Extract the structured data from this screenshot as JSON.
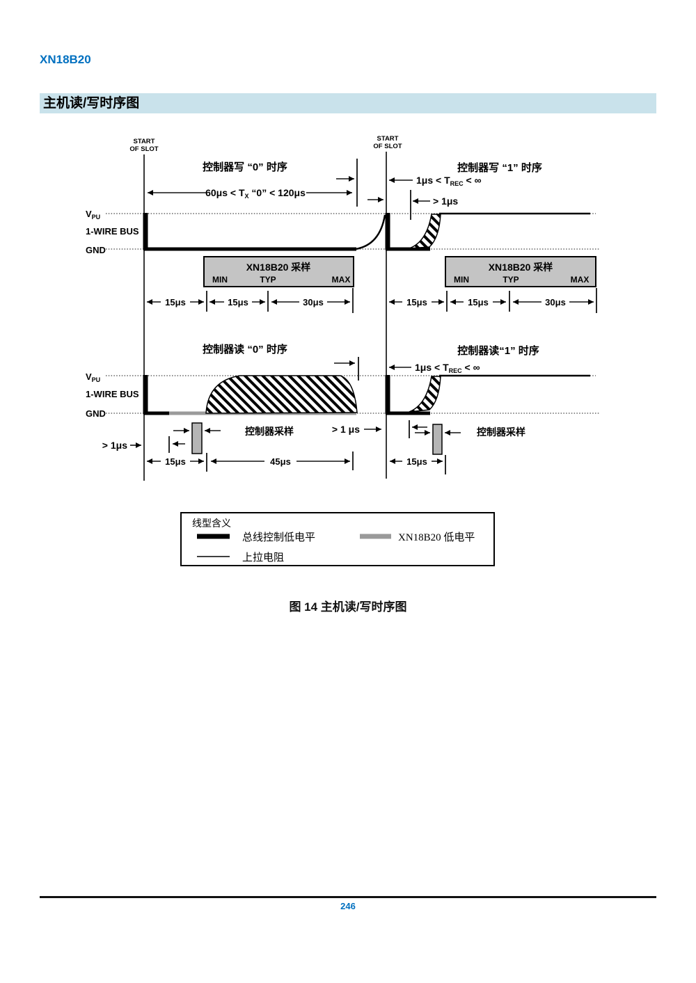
{
  "header": {
    "doc_title": "XN18B20",
    "section_title": "主机读/写时序图"
  },
  "caption": "图 14  主机读/写时序图",
  "footer": {
    "page_number": "246"
  },
  "colors": {
    "accent": "#0070C0",
    "section_bg": "#C9E2EB",
    "sample_box_bg": "#C4C4C4",
    "device_low_gray": "#9A9A9A"
  },
  "diagram": {
    "slot": {
      "l1": "START",
      "l2": "OF SLOT"
    },
    "titles": {
      "write0": "控制器写 “0” 时序",
      "write1": "控制器写 “1” 时序",
      "read0": "控制器读 “0” 时序",
      "read1": "控制器读“1” 时序"
    },
    "timing": {
      "tx0_pre": "60μs < T",
      "tx0_sub": "X",
      "tx0_post": " “0” < 120μs",
      "trec_pre": "1μs < T",
      "trec_sub": "REC",
      "trec_post": " < ∞",
      "gt1us": "> 1μs",
      "gt1us_sp": "> 1 μs",
      "t15": "15μs",
      "t30": "30μs",
      "t45": "45μs"
    },
    "bus": {
      "v": "V",
      "v_sub": "PU",
      "wire": "1-WIRE BUS",
      "gnd": "GND"
    },
    "box": {
      "title": "XN18B20 采样",
      "min": "MIN",
      "typ": "TYP",
      "max": "MAX"
    },
    "ctrl_sample": "控制器采样"
  },
  "legend": {
    "title": "线型含义",
    "bus_low": "总线控制低电平",
    "dev_low": "XN18B20 低电平",
    "pullup": "上拉电阻"
  }
}
